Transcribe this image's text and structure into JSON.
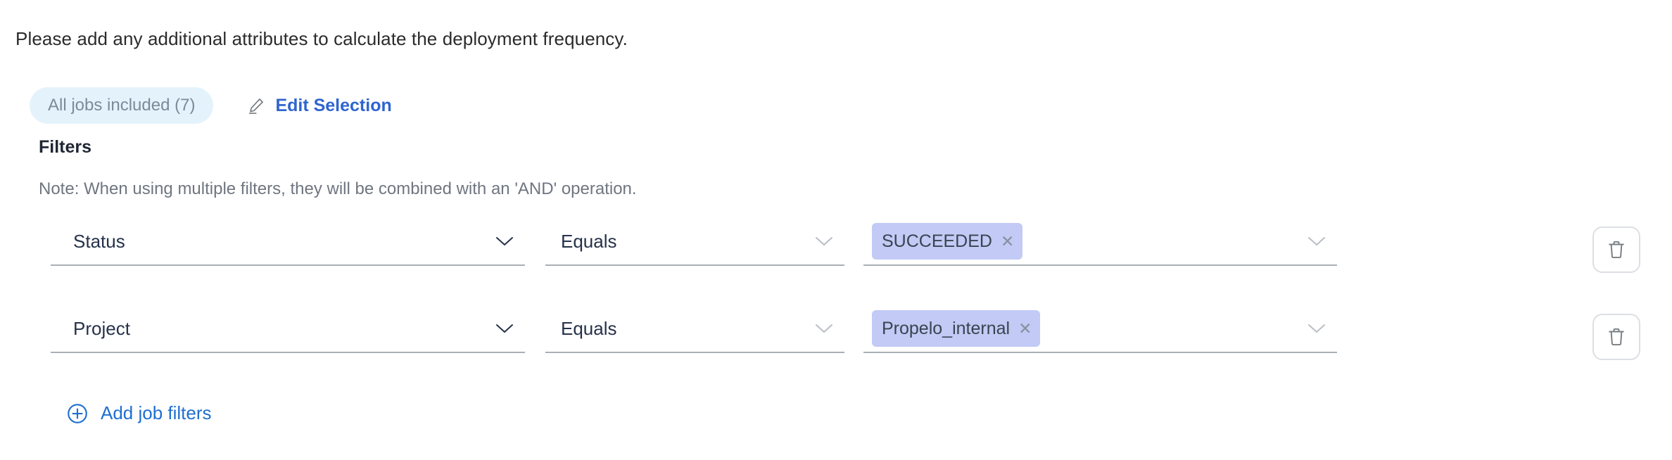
{
  "intro": {
    "text": "Please add any additional attributes to calculate the deployment frequency."
  },
  "selection": {
    "chip_label": "All jobs included (7)",
    "edit_label": "Edit Selection",
    "edit_icon": "pencil-icon",
    "chip_bg": "#e4f2fb",
    "chip_text_color": "#7d8a99",
    "link_color": "#2f65cf"
  },
  "filters": {
    "title": "Filters",
    "note": "Note: When using multiple filters, they will be combined with an 'AND' operation.",
    "delete_icon": "trash-icon",
    "rows": [
      {
        "attribute": "Status",
        "operator": "Equals",
        "values": [
          {
            "label": "SUCCEEDED",
            "remove_icon": "close-icon"
          }
        ]
      },
      {
        "attribute": "Project",
        "operator": "Equals",
        "values": [
          {
            "label": "Propelo_internal",
            "remove_icon": "close-icon"
          }
        ]
      }
    ]
  },
  "add_filter": {
    "label": "Add job filters",
    "icon": "plus-circle-icon",
    "color": "#1f6fd0"
  },
  "tag_colors": {
    "value_tag_bg": "#c2caf5",
    "value_tag_text": "#3b4351"
  }
}
